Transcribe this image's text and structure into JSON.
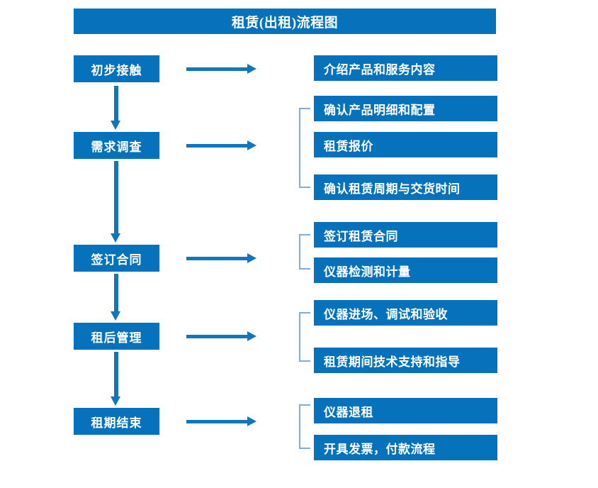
{
  "diagram": {
    "title": "租赁(出租)流程图",
    "accent_color": "#0672BC",
    "arrow_color": "#1077BE",
    "bracket_color": "#7FAEDB",
    "text_color": "#FFFFFF",
    "background_color": "#FFFFFF",
    "type": "flowchart"
  },
  "stages": [
    {
      "id": "stage-1",
      "label": "初步接触"
    },
    {
      "id": "stage-2",
      "label": "需求调查"
    },
    {
      "id": "stage-3",
      "label": "签订合同"
    },
    {
      "id": "stage-4",
      "label": "租后管理"
    },
    {
      "id": "stage-5",
      "label": "租期结束"
    }
  ],
  "details": [
    {
      "id": "detail-1",
      "label": "介绍产品和服务内容"
    },
    {
      "id": "detail-2",
      "label": "确认产品明细和配置"
    },
    {
      "id": "detail-3",
      "label": "租赁报价"
    },
    {
      "id": "detail-4",
      "label": "确认租赁周期与交货时间"
    },
    {
      "id": "detail-5",
      "label": "签订租赁合同"
    },
    {
      "id": "detail-6",
      "label": "仪器检测和计量"
    },
    {
      "id": "detail-7",
      "label": "仪器进场、调试和验收"
    },
    {
      "id": "detail-8",
      "label": "租赁期间技术支持和指导"
    },
    {
      "id": "detail-9",
      "label": "仪器退租"
    },
    {
      "id": "detail-10",
      "label": "开具发票，付款流程"
    }
  ],
  "groups": [
    {
      "id": "group-needs",
      "stage": "需求调查",
      "details": [
        "确认产品明细和配置",
        "租赁报价",
        "确认租赁周期与交货时间"
      ]
    },
    {
      "id": "group-contract",
      "stage": "签订合同",
      "details": [
        "签订租赁合同",
        "仪器检测和计量"
      ]
    },
    {
      "id": "group-manage",
      "stage": "租后管理",
      "details": [
        "仪器进场、调试和验收",
        "租赁期间技术支持和指导"
      ]
    },
    {
      "id": "group-end",
      "stage": "租期结束",
      "details": [
        "仪器退租",
        "开具发票，付款流程"
      ]
    }
  ],
  "flow_order": [
    "初步接触",
    "需求调查",
    "签订合同",
    "租后管理",
    "租期结束"
  ]
}
